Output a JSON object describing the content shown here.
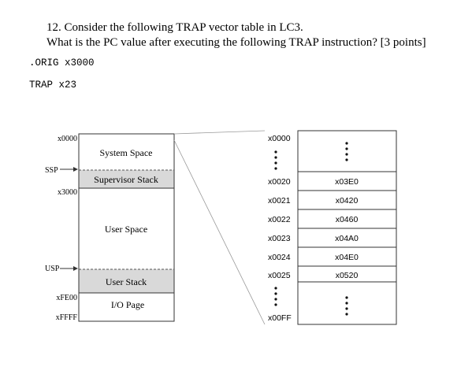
{
  "question": {
    "line1": "12. Consider the following TRAP vector table in LC3.",
    "line2": "What is the PC value after executing the following TRAP instruction? [3 points]"
  },
  "code": {
    "orig": ".ORIG x3000",
    "trap": "TRAP x23"
  },
  "memory_map": {
    "addresses": {
      "top": "x0000",
      "user_start": "x3000",
      "io_start": "xFE00",
      "end": "xFFFF"
    },
    "pointers": {
      "ssp": "SSP",
      "usp": "USP"
    },
    "regions": {
      "system_space": "System Space",
      "supervisor_stack": "Supervisor Stack",
      "user_space": "User Space",
      "user_stack": "User Stack",
      "io_page": "I/O Page"
    }
  },
  "vector_table": {
    "top_address": "x0000",
    "bottom_address": "x00FF",
    "ellipsis": "⋮",
    "rows": [
      {
        "address": "x0020",
        "value": "x03E0"
      },
      {
        "address": "x0021",
        "value": "x0420"
      },
      {
        "address": "x0022",
        "value": "x0460"
      },
      {
        "address": "x0023",
        "value": "x04A0"
      },
      {
        "address": "x0024",
        "value": "x04E0"
      },
      {
        "address": "x0025",
        "value": "x0520"
      }
    ]
  },
  "colors": {
    "stack_fill": "#d9d9d9",
    "line": "#333333"
  }
}
